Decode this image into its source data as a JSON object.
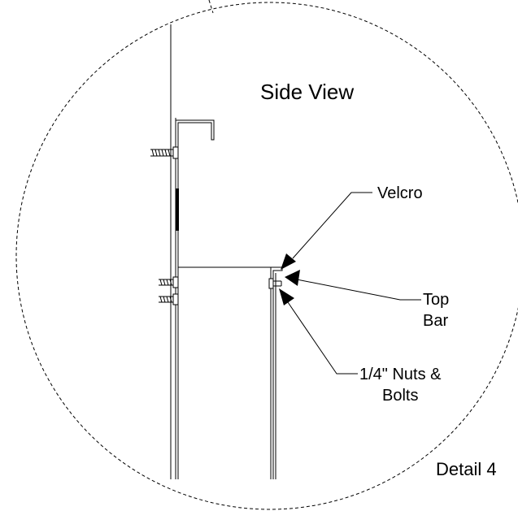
{
  "drawing": {
    "view_title": "Side View",
    "detail_label": "Detail 4",
    "callouts": {
      "velcro": "Velcro",
      "top_bar_line1": "Top",
      "top_bar_line2": "Bar",
      "nuts_bolts_line1": "1/4\" Nuts &",
      "nuts_bolts_line2": "Bolts"
    }
  }
}
